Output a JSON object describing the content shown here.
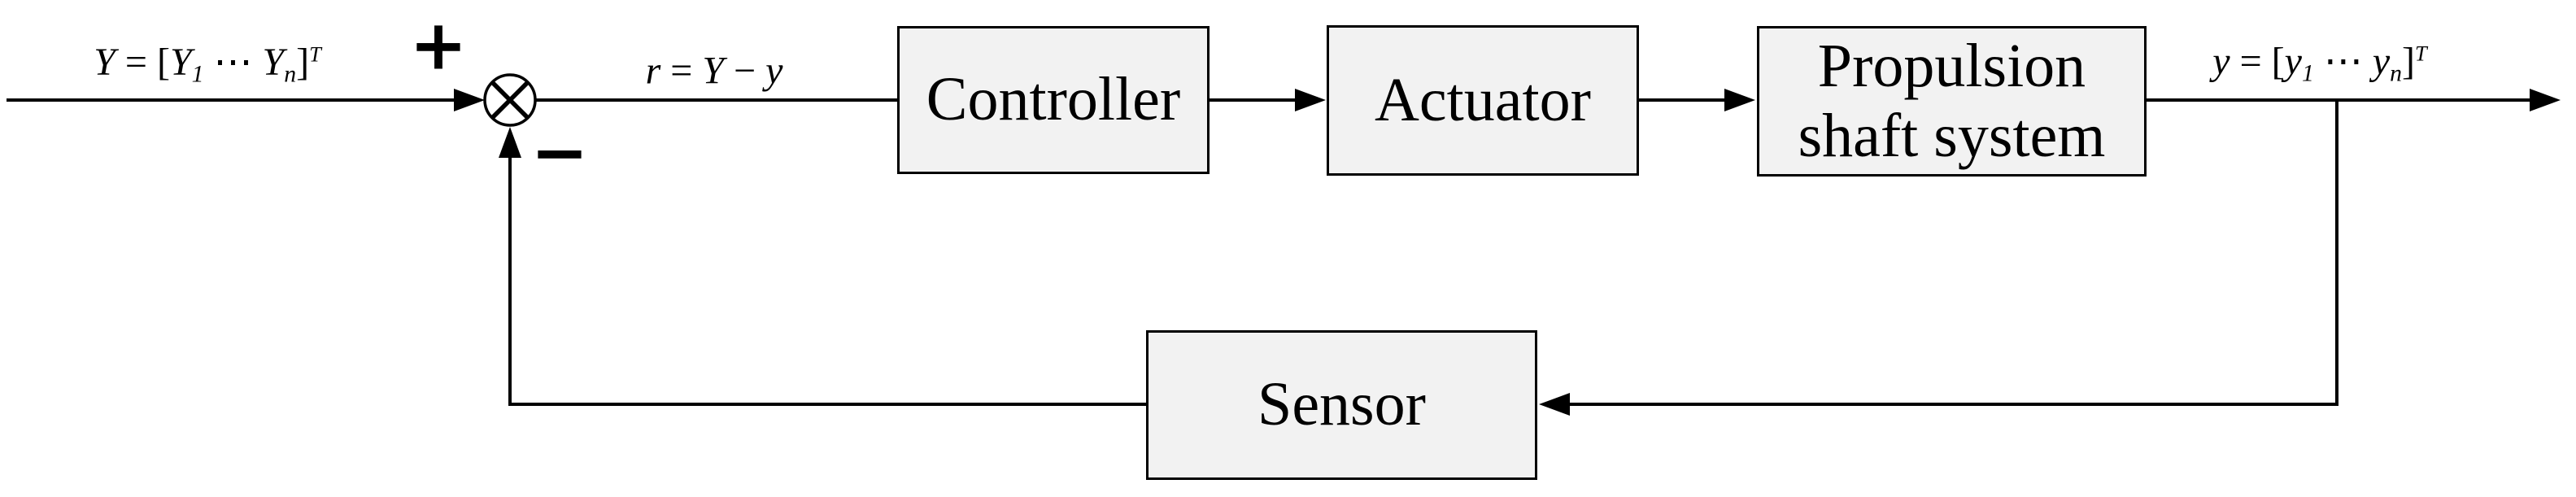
{
  "signals": {
    "plus_sign": "+",
    "minus_sign": "−",
    "input_label": {
      "v0": "Y",
      "eq": " = [",
      "v1": "Y",
      "sub1": "1",
      "dots": " ⋯ ",
      "v2": "Y",
      "sub2": "n",
      "close": "]",
      "sup": "T"
    },
    "error_label": {
      "v0": "r",
      "eq": " = ",
      "v1": "Y",
      "op": " − ",
      "v2": "y"
    },
    "output_label": {
      "v0": "y",
      "eq": " = [",
      "v1": "y",
      "sub1": "1",
      "dots": " ⋯ ",
      "v2": "y",
      "sub2": "n",
      "close": "]",
      "sup": "T"
    }
  },
  "blocks": {
    "controller": "Controller",
    "actuator": "Actuator",
    "plant": {
      "line1": "Propulsion",
      "line2": "shaft system"
    },
    "sensor": "Sensor"
  },
  "colors": {
    "block_fill": "#f2f2f2",
    "line": "#000000",
    "background": "#ffffff"
  }
}
